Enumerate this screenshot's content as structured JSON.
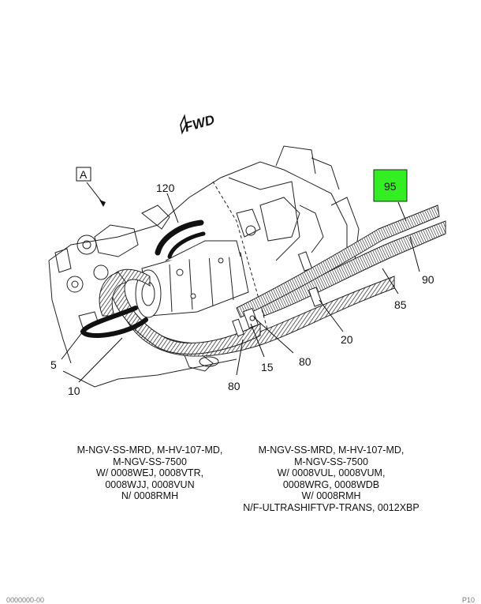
{
  "diagram": {
    "direction_label": "FWD",
    "view_label": "A",
    "callouts": {
      "c120": "120",
      "c95": "95",
      "c90": "90",
      "c85": "85",
      "c20": "20",
      "c80a": "80",
      "c15": "15",
      "c80b": "80",
      "c5": "5",
      "c10": "10"
    },
    "highlight_color": "#33ee22"
  },
  "captions": {
    "left": [
      "M-NGV-SS-MRD, M-HV-107-MD,",
      "M-NGV-SS-7500",
      "W/ 0008WEJ, 0008VTR,",
      "0008WJJ, 0008VUN",
      "N/ 0008RMH"
    ],
    "right": [
      "M-NGV-SS-MRD, M-HV-107-MD,",
      "M-NGV-SS-7500",
      "W/ 0008VUL, 0008VUM,",
      "0008WRG, 0008WDB",
      "W/ 0008RMH",
      "N/F-ULTRASHIFTVP-TRANS, 0012XBP"
    ]
  },
  "footer": {
    "left": "0000000-00",
    "right": "P10"
  }
}
